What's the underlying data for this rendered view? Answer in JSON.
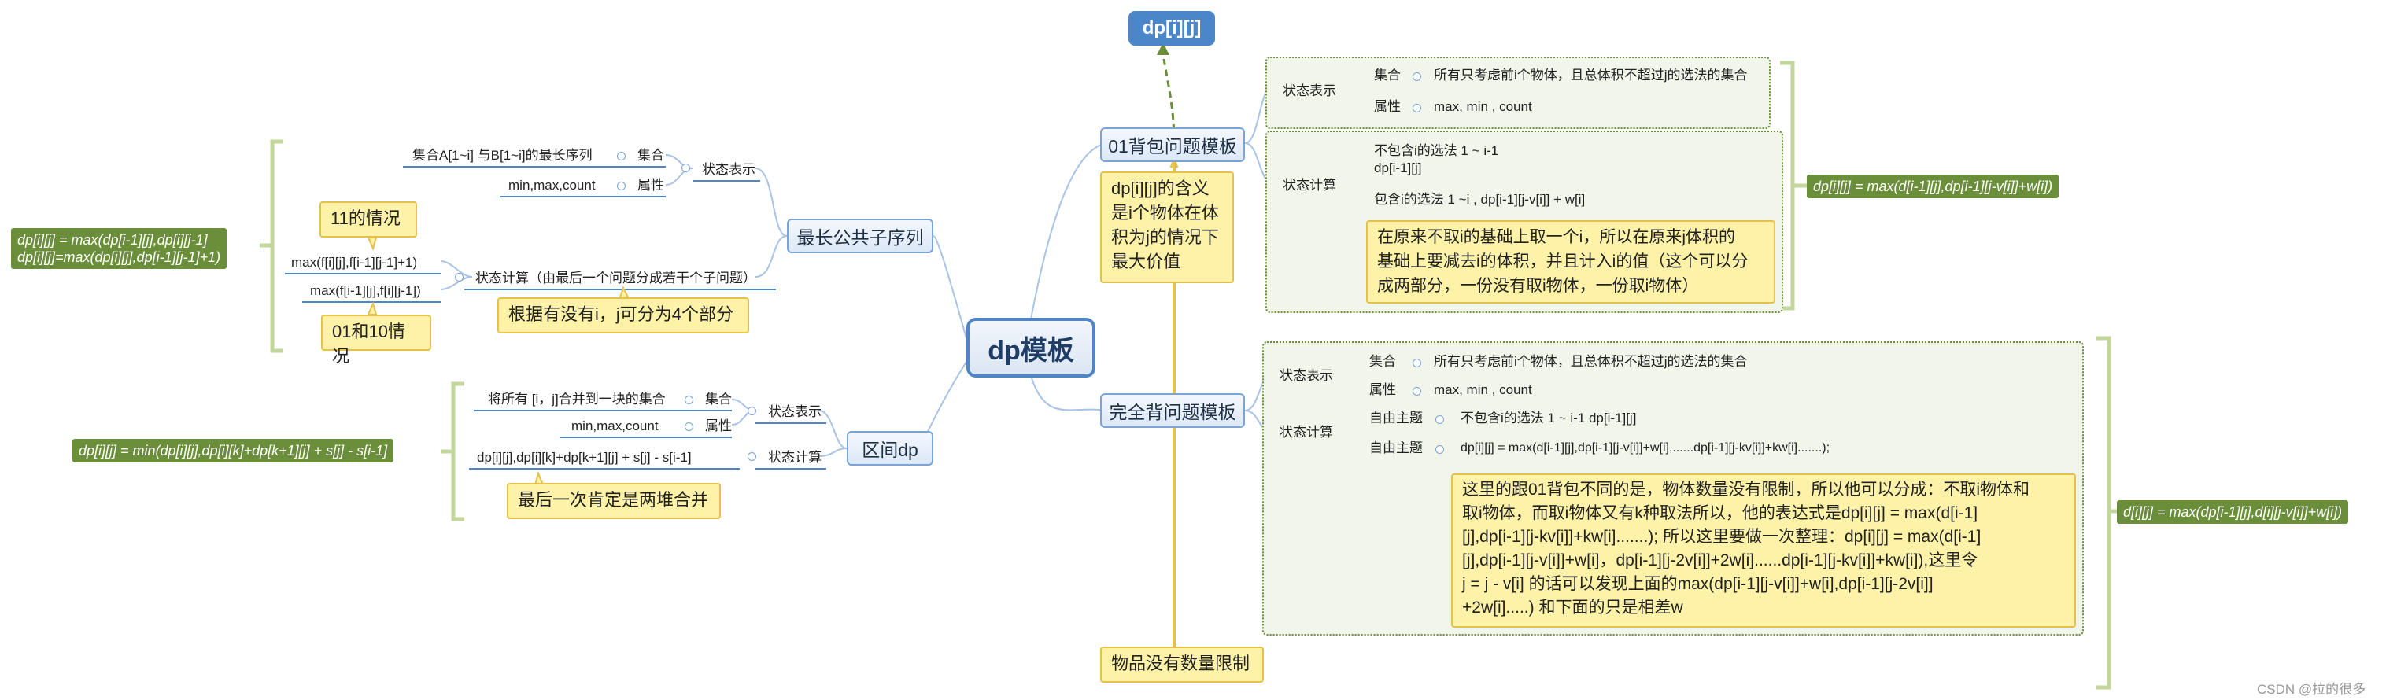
{
  "center": "dp模板",
  "top_node": "dp[i][j]",
  "knapsack01": {
    "title": "01背包问题模板",
    "note": [
      "dp[i][j]的含义",
      "是i个物体在体",
      "积为j的情况下",
      "最大价值"
    ],
    "state_repr": {
      "label": "状态表示",
      "set_label": "集合",
      "set_text": "所有只考虑前i个物体，且总体积不超过j的选法的集合",
      "attr_label": "属性",
      "attr_text": "max, min , count"
    },
    "state_calc": {
      "label": "状态计算",
      "not_take_line1": "不包含i的选法  1 ~ i-1",
      "not_take_line2": "dp[i-1][j]",
      "take": "包含i的选法 1 ~i , dp[i-1][j-v[i]] + w[i]",
      "note": [
        "在原来不取i的基础上取一个i，所以在原来j体积的",
        "基础上要减去i的体积，并且计入i的值（这个可以分",
        "成两部分，一份没有取i物体，一份取i物体）"
      ]
    },
    "formula": "dp[i][j] = max(d[i-1][j],dp[i-1][j-v[i]]+w[i])"
  },
  "complete": {
    "title": "完全背问题模板",
    "bottom_note": "物品没有数量限制",
    "state_repr": {
      "label": "状态表示",
      "set_label": "集合",
      "set_text": "所有只考虑前i个物体，且总体积不超过j的选法的集合",
      "attr_label": "属性",
      "attr_text": "max, min , count"
    },
    "state_calc": {
      "label": "状态计算",
      "topic1_label": "自由主题",
      "topic1_text": "不包含i的选法  1 ~ i-1  dp[i-1][j]",
      "topic2_label": "自由主题",
      "topic2_text": "dp[i][j] = max(d[i-1][j],dp[i-1][j-v[i]]+w[i],......dp[i-1][j-kv[i]]+kw[i].......);"
    },
    "note": [
      "这里的跟01背包不同的是，物体数量没有限制，所以他可以分成：不取i物体和",
      "取i物体，而取i物体又有k种取法所以，他的表达式是dp[i][j] = max(d[i-1]",
      "[j],dp[i-1][j-kv[i]]+kw[i].......); 所以这里要做一次整理：dp[i][j] = max(d[i-1]",
      "[j],dp[i-1][j-v[i]]+w[i]，dp[i-1][j-2v[i]]+2w[i]......dp[i-1][j-kv[i]]+kw[i]),这里令",
      "j = j - v[i] 的话可以发现上面的max(dp[i-1][j-v[i]]+w[i],dp[i-1][j-2v[i]]",
      "+2w[i].....) 和下面的只是相差w"
    ],
    "formula": "d[i][j] = max(dp[i-1][j],d[i][j-v[i]]+w[i])"
  },
  "lcs": {
    "title": "最长公共子序列",
    "state_repr": {
      "label": "状态表示",
      "set_label": "集合",
      "set_text": "集合A[1~i] 与B[1~i]的最长序列",
      "attr_label": "属性",
      "attr_text": "min,max,count"
    },
    "state_calc": {
      "label": "状态计算（由最后一个问题分成若干个子问题）",
      "item1": "max(f[i][j],f[i-1][j-1]+1)",
      "item2": "max(f[i-1][j],f[i][j-1])",
      "note_11": "11的情况",
      "note_01": "01和10情况",
      "note_split": "根据有没有i，j可分为4个部分"
    },
    "formula_line1": "dp[i][j] = max(dp[i-1][j],dp[i][j-1]",
    "formula_line2": "dp[i][j]=max(dp[i][j],dp[i-1][j-1]+1)"
  },
  "interval": {
    "title": "区间dp",
    "state_repr": {
      "label": "状态表示",
      "set_label": "集合",
      "set_text": "将所有 [i，j]合并到一块的集合",
      "attr_label": "属性",
      "attr_text": "min,max,count"
    },
    "state_calc": {
      "label": "状态计算",
      "text": "dp[i][j],dp[i][k]+dp[k+1][j] + s[j] - s[i-1]",
      "note": "最后一次肯定是两堆合并"
    },
    "formula": "dp[i][j] = min(dp[i][j],dp[i][k]+dp[k+1][j] + s[j] - s[i-1]"
  },
  "watermark": "CSDN @拉的很多",
  "colors": {
    "link": "#a9c3e6",
    "topic_border": "#7aa3d6",
    "formula_bg": "#6b8e3a",
    "note_bg": "#fdf2a8",
    "arrow": "#6b8e3a"
  }
}
